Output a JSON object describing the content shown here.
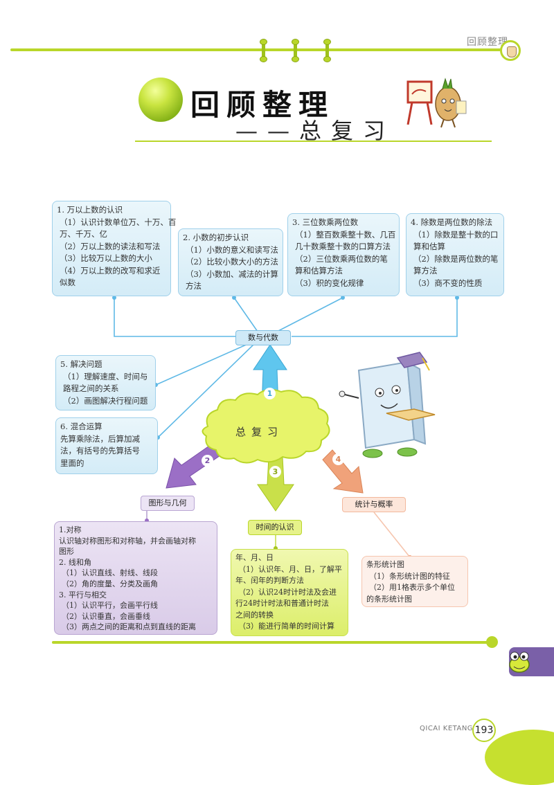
{
  "header": {
    "section_label": "回顾整理"
  },
  "title": {
    "main": "回顾整理",
    "sub": "——总复习"
  },
  "center": {
    "label": "总复习"
  },
  "branches": {
    "num_algebra": "数与代数",
    "geometry": "图形与几何",
    "time": "时间的认识",
    "statistics": "统计与概率"
  },
  "arrow_numbers": [
    "1",
    "2",
    "3",
    "4"
  ],
  "boxes": {
    "b1": [
      "1. 万以上数的认识",
      "（1）认识计数单位万、十万、百",
      "万、千万、亿",
      "（2）万以上数的读法和写法",
      "（3）比较万以上数的大小",
      "（4）万以上数的改写和求近",
      "似数"
    ],
    "b2": [
      "2. 小数的初步认识",
      "（1）小数的意义和读写法",
      "（2）比较小数大小的方法",
      "（3）小数加、减法的计算",
      "方法"
    ],
    "b3": [
      "3. 三位数乘两位数",
      "（1）整百数乘整十数、几百",
      "几十数乘整十数的口算方法",
      "（2）三位数乘两位数的笔",
      "算和估算方法",
      "（3）积的变化规律"
    ],
    "b4": [
      "4. 除数是两位数的除法",
      "（1）除数是整十数的口",
      "算和估算",
      "（2）除数是两位数的笔",
      "算方法",
      "（3）商不变的性质"
    ],
    "b5": [
      "5. 解决问题",
      "（1）理解速度、时间与",
      "路程之间的关系",
      "（2）画图解决行程问题"
    ],
    "b6": [
      "6. 混合运算",
      "先算乘除法，后算加减",
      "法，有括号的先算括号",
      "里面的"
    ],
    "geo": [
      "1.对称",
      "认识轴对称图形和对称轴，并会画轴对称",
      "图形",
      "2. 线和角",
      "（1）认识直线、射线、线段",
      "（2）角的度量、分类及画角",
      "3. 平行与相交",
      "（1）认识平行，会画平行线",
      "（2）认识垂直，会画垂线",
      "（3）两点之间的距离和点到直线的距离"
    ],
    "time": [
      "年、月、日",
      "（1）认识年、月、日，了解平",
      "年、闰年的判断方法",
      "（2）认识24时计时法及会进",
      "行24时计时法和普通计时法",
      "之间的转换",
      "（3）能进行简单的时间计算"
    ],
    "stat": [
      "条形统计图",
      "（1）条形统计图的特征",
      "（2）用1格表示多个单位",
      "的条形统计图"
    ]
  },
  "footer": {
    "brand": "QICAI KETANG",
    "page": "193"
  },
  "colors": {
    "accent_green": "#b9d62a",
    "blue": "#5fb9e6",
    "purple": "#9b6fc6",
    "lime": "#c9e04a",
    "orange": "#f0a27a"
  }
}
